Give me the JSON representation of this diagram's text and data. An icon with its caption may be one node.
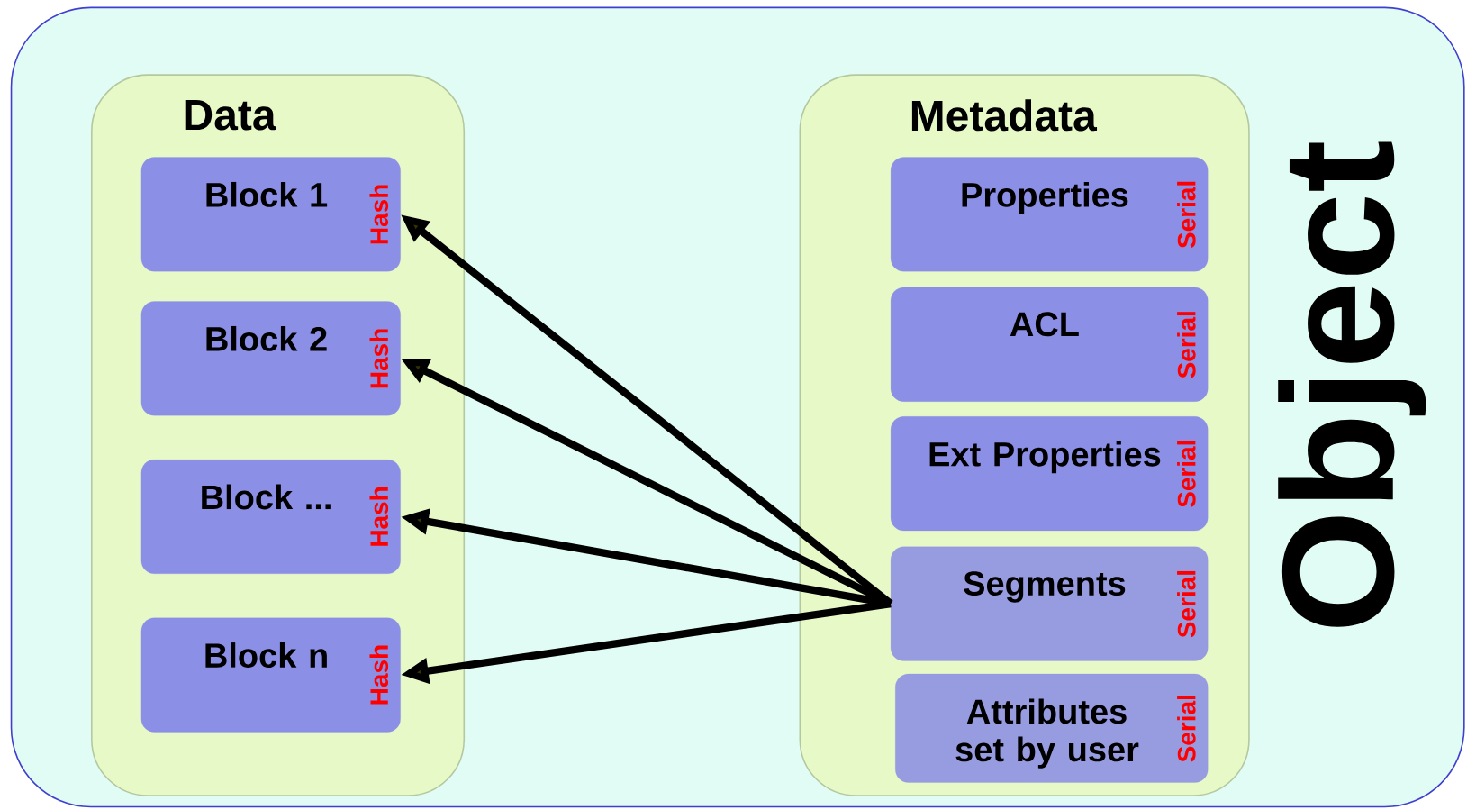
{
  "diagram": {
    "nodes": [
      {
        "text": [
          "Object"
        ]
      },
      {
        "text": [
          "Data"
        ],
        "in": 0
      },
      {
        "text": [
          "Block 1",
          "Hash"
        ],
        "in": 1
      },
      {
        "text": [
          "Block 2",
          "Hash"
        ],
        "in": 1
      },
      {
        "text": [
          "Block ...",
          "Hash"
        ],
        "in": 1
      },
      {
        "text": [
          "Block n",
          "Hash"
        ],
        "in": 1
      },
      {
        "text": [
          "Metadata"
        ],
        "in": 0
      },
      {
        "text": [
          "Properties",
          "Serial"
        ],
        "in": 6
      },
      {
        "text": [
          "ACL",
          "Serial"
        ],
        "in": 6
      },
      {
        "text": [
          "Ext Properties",
          "Serial"
        ],
        "in": 6
      },
      {
        "text": [
          "Segments",
          "Serial"
        ],
        "in": 6
      },
      {
        "text": [
          "Attributes set by user",
          "Serial"
        ],
        "in": 6
      }
    ],
    "edges": [
      {
        "from": 10,
        "to": 2,
        "arrow": "to"
      },
      {
        "from": 10,
        "to": 3,
        "arrow": "to"
      },
      {
        "from": 10,
        "to": 4,
        "arrow": "to"
      },
      {
        "from": 10,
        "to": 5,
        "arrow": "to"
      }
    ]
  }
}
